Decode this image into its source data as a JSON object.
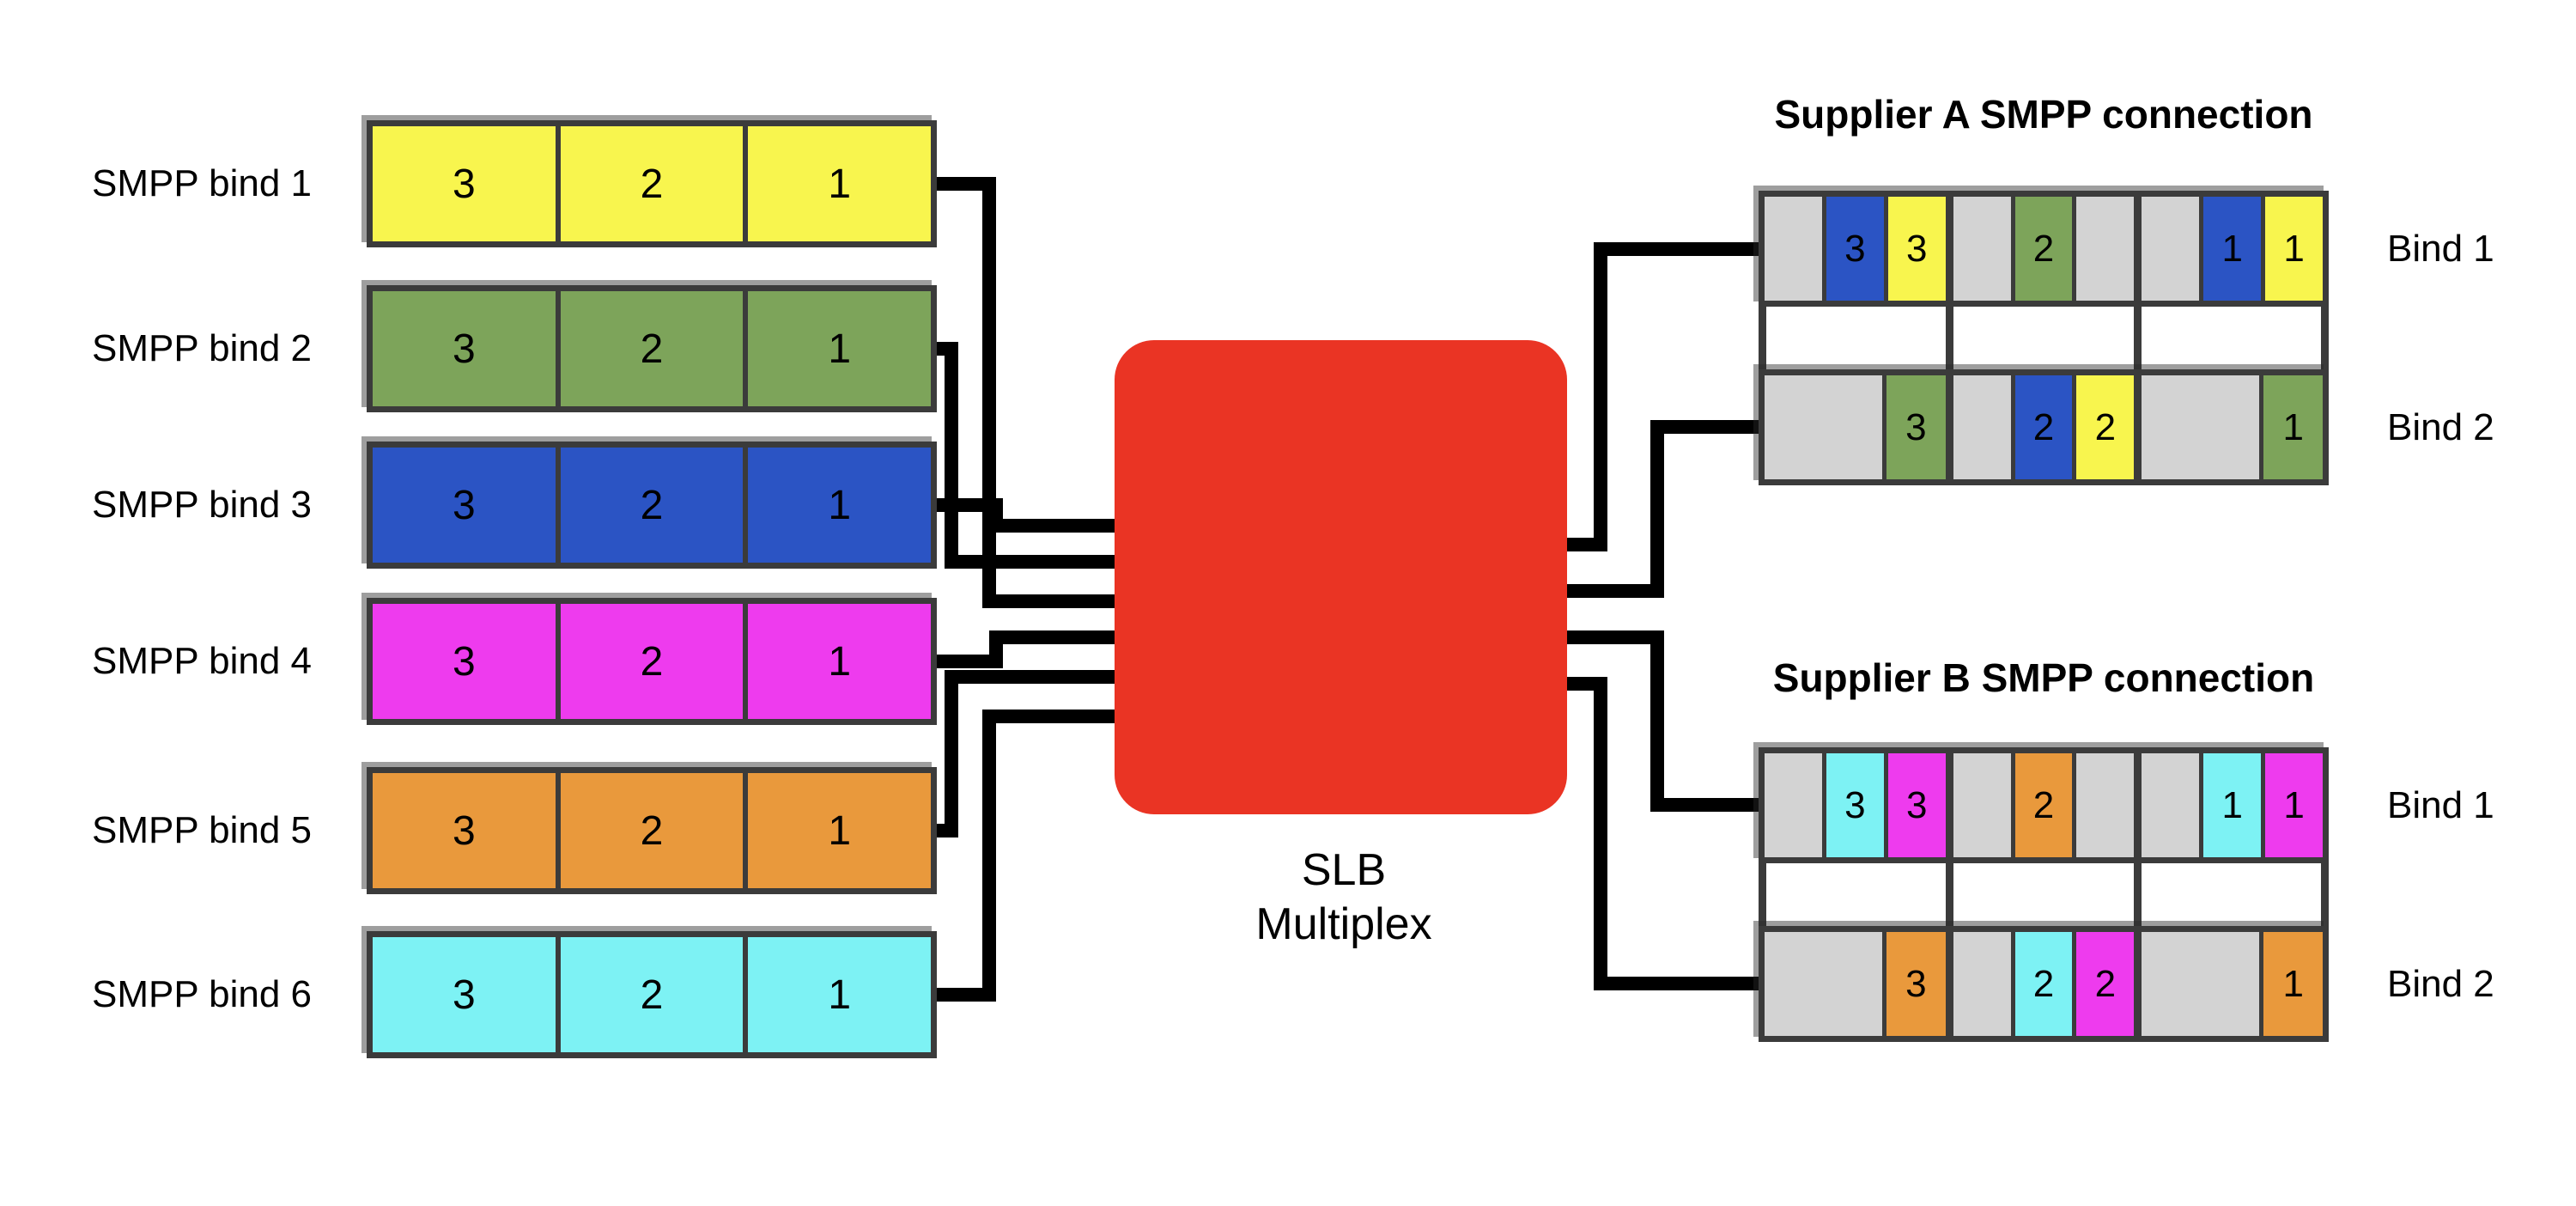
{
  "colors": {
    "yellow": "#f8f54e",
    "green": "#7da45a",
    "blue": "#2b54c4",
    "magenta": "#ee3bee",
    "orange": "#e9993c",
    "cyan": "#7df2f4",
    "gray": "#d3d3d3",
    "red": "#ea3424",
    "border": "#3b3b3b",
    "wire": "#000000"
  },
  "left": {
    "rows": [
      {
        "label": "SMPP bind 1",
        "color": "yellow",
        "cells": [
          "3",
          "2",
          "1"
        ]
      },
      {
        "label": "SMPP bind 2",
        "color": "green",
        "cells": [
          "3",
          "2",
          "1"
        ]
      },
      {
        "label": "SMPP bind 3",
        "color": "blue",
        "cells": [
          "3",
          "2",
          "1"
        ]
      },
      {
        "label": "SMPP bind 4",
        "color": "magenta",
        "cells": [
          "3",
          "2",
          "1"
        ]
      },
      {
        "label": "SMPP bind 5",
        "color": "orange",
        "cells": [
          "3",
          "2",
          "1"
        ]
      },
      {
        "label": "SMPP bind 6",
        "color": "cyan",
        "cells": [
          "3",
          "2",
          "1"
        ]
      }
    ]
  },
  "center": {
    "line1": "SLB",
    "line2": "Multiplex",
    "color": "red"
  },
  "suppliers": [
    {
      "title": "Supplier A SMPP connection",
      "binds": [
        {
          "label": "Bind 1",
          "cells": [
            {
              "color": "gray",
              "text": ""
            },
            {
              "color": "blue",
              "text": "3"
            },
            {
              "color": "yellow",
              "text": "3"
            },
            {
              "color": "gray",
              "text": ""
            },
            {
              "color": "green",
              "text": "2"
            },
            {
              "color": "gray",
              "text": ""
            },
            {
              "color": "gray",
              "text": ""
            },
            {
              "color": "blue",
              "text": "1"
            },
            {
              "color": "yellow",
              "text": "1"
            }
          ]
        },
        {
          "label": "Bind 2",
          "cells": [
            {
              "color": "gray",
              "text": "",
              "span": 2
            },
            {
              "color": "green",
              "text": "3"
            },
            {
              "color": "gray",
              "text": ""
            },
            {
              "color": "blue",
              "text": "2"
            },
            {
              "color": "yellow",
              "text": "2"
            },
            {
              "color": "gray",
              "text": "",
              "span": 2
            },
            {
              "color": "green",
              "text": "1"
            }
          ]
        }
      ]
    },
    {
      "title": "Supplier B SMPP connection",
      "binds": [
        {
          "label": "Bind 1",
          "cells": [
            {
              "color": "gray",
              "text": ""
            },
            {
              "color": "cyan",
              "text": "3"
            },
            {
              "color": "magenta",
              "text": "3"
            },
            {
              "color": "gray",
              "text": ""
            },
            {
              "color": "orange",
              "text": "2"
            },
            {
              "color": "gray",
              "text": ""
            },
            {
              "color": "gray",
              "text": ""
            },
            {
              "color": "cyan",
              "text": "1"
            },
            {
              "color": "magenta",
              "text": "1"
            }
          ]
        },
        {
          "label": "Bind 2",
          "cells": [
            {
              "color": "gray",
              "text": "",
              "span": 2
            },
            {
              "color": "orange",
              "text": "3"
            },
            {
              "color": "gray",
              "text": ""
            },
            {
              "color": "cyan",
              "text": "2"
            },
            {
              "color": "magenta",
              "text": "2"
            },
            {
              "color": "gray",
              "text": "",
              "span": 2
            },
            {
              "color": "orange",
              "text": "1"
            }
          ]
        }
      ]
    }
  ]
}
